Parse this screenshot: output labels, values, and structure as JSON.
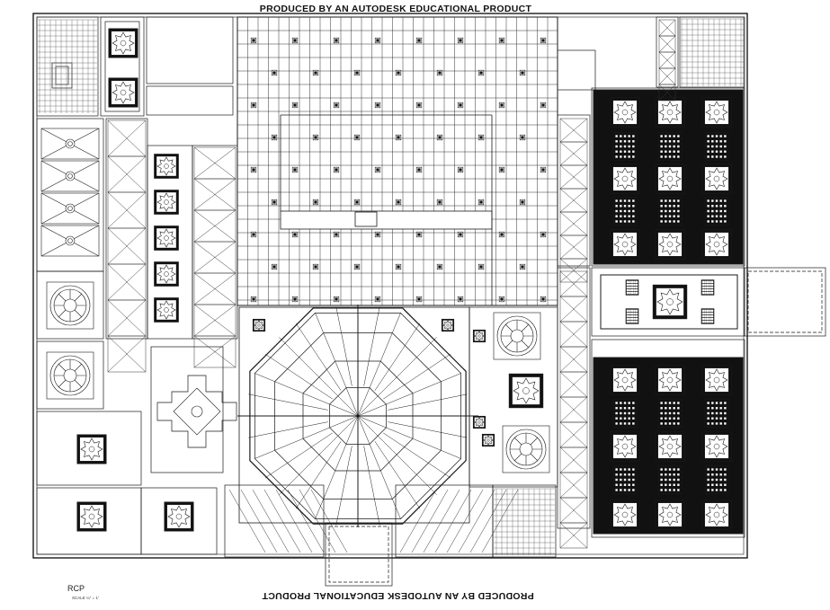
{
  "watermark": {
    "top": "PRODUCED BY AN AUTODESK EDUCATIONAL PRODUCT",
    "bottom": "PRODUCED BY AN AUTODESK EDUCATIONAL PRODUCT"
  },
  "title_block": {
    "label": "RCP",
    "scale": "SCALE ¼\" = 1'"
  },
  "colors": {
    "line": "#1a1a1a",
    "background": "#ffffff",
    "fill_dark": "#111111"
  }
}
